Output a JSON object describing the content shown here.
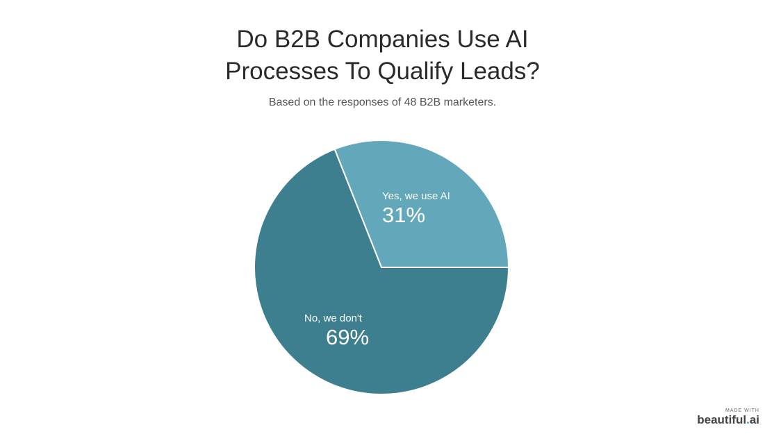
{
  "chart_data": {
    "type": "pie",
    "title_lines": [
      "Do B2B Companies Use AI",
      "Processes To Qualify Leads?"
    ],
    "subtitle": "Based on the responses of 48 B2B marketers.",
    "slices": [
      {
        "label": "Yes, we use AI",
        "value": 31,
        "value_label": "31%",
        "color": "#62a8ba"
      },
      {
        "label": "No, we don't",
        "value": 69,
        "value_label": "69%",
        "color": "#3d7f8f"
      }
    ]
  },
  "logo": {
    "made_with": "MADE WITH",
    "brand": "beautiful",
    "dot": ".",
    "suffix": "ai"
  }
}
